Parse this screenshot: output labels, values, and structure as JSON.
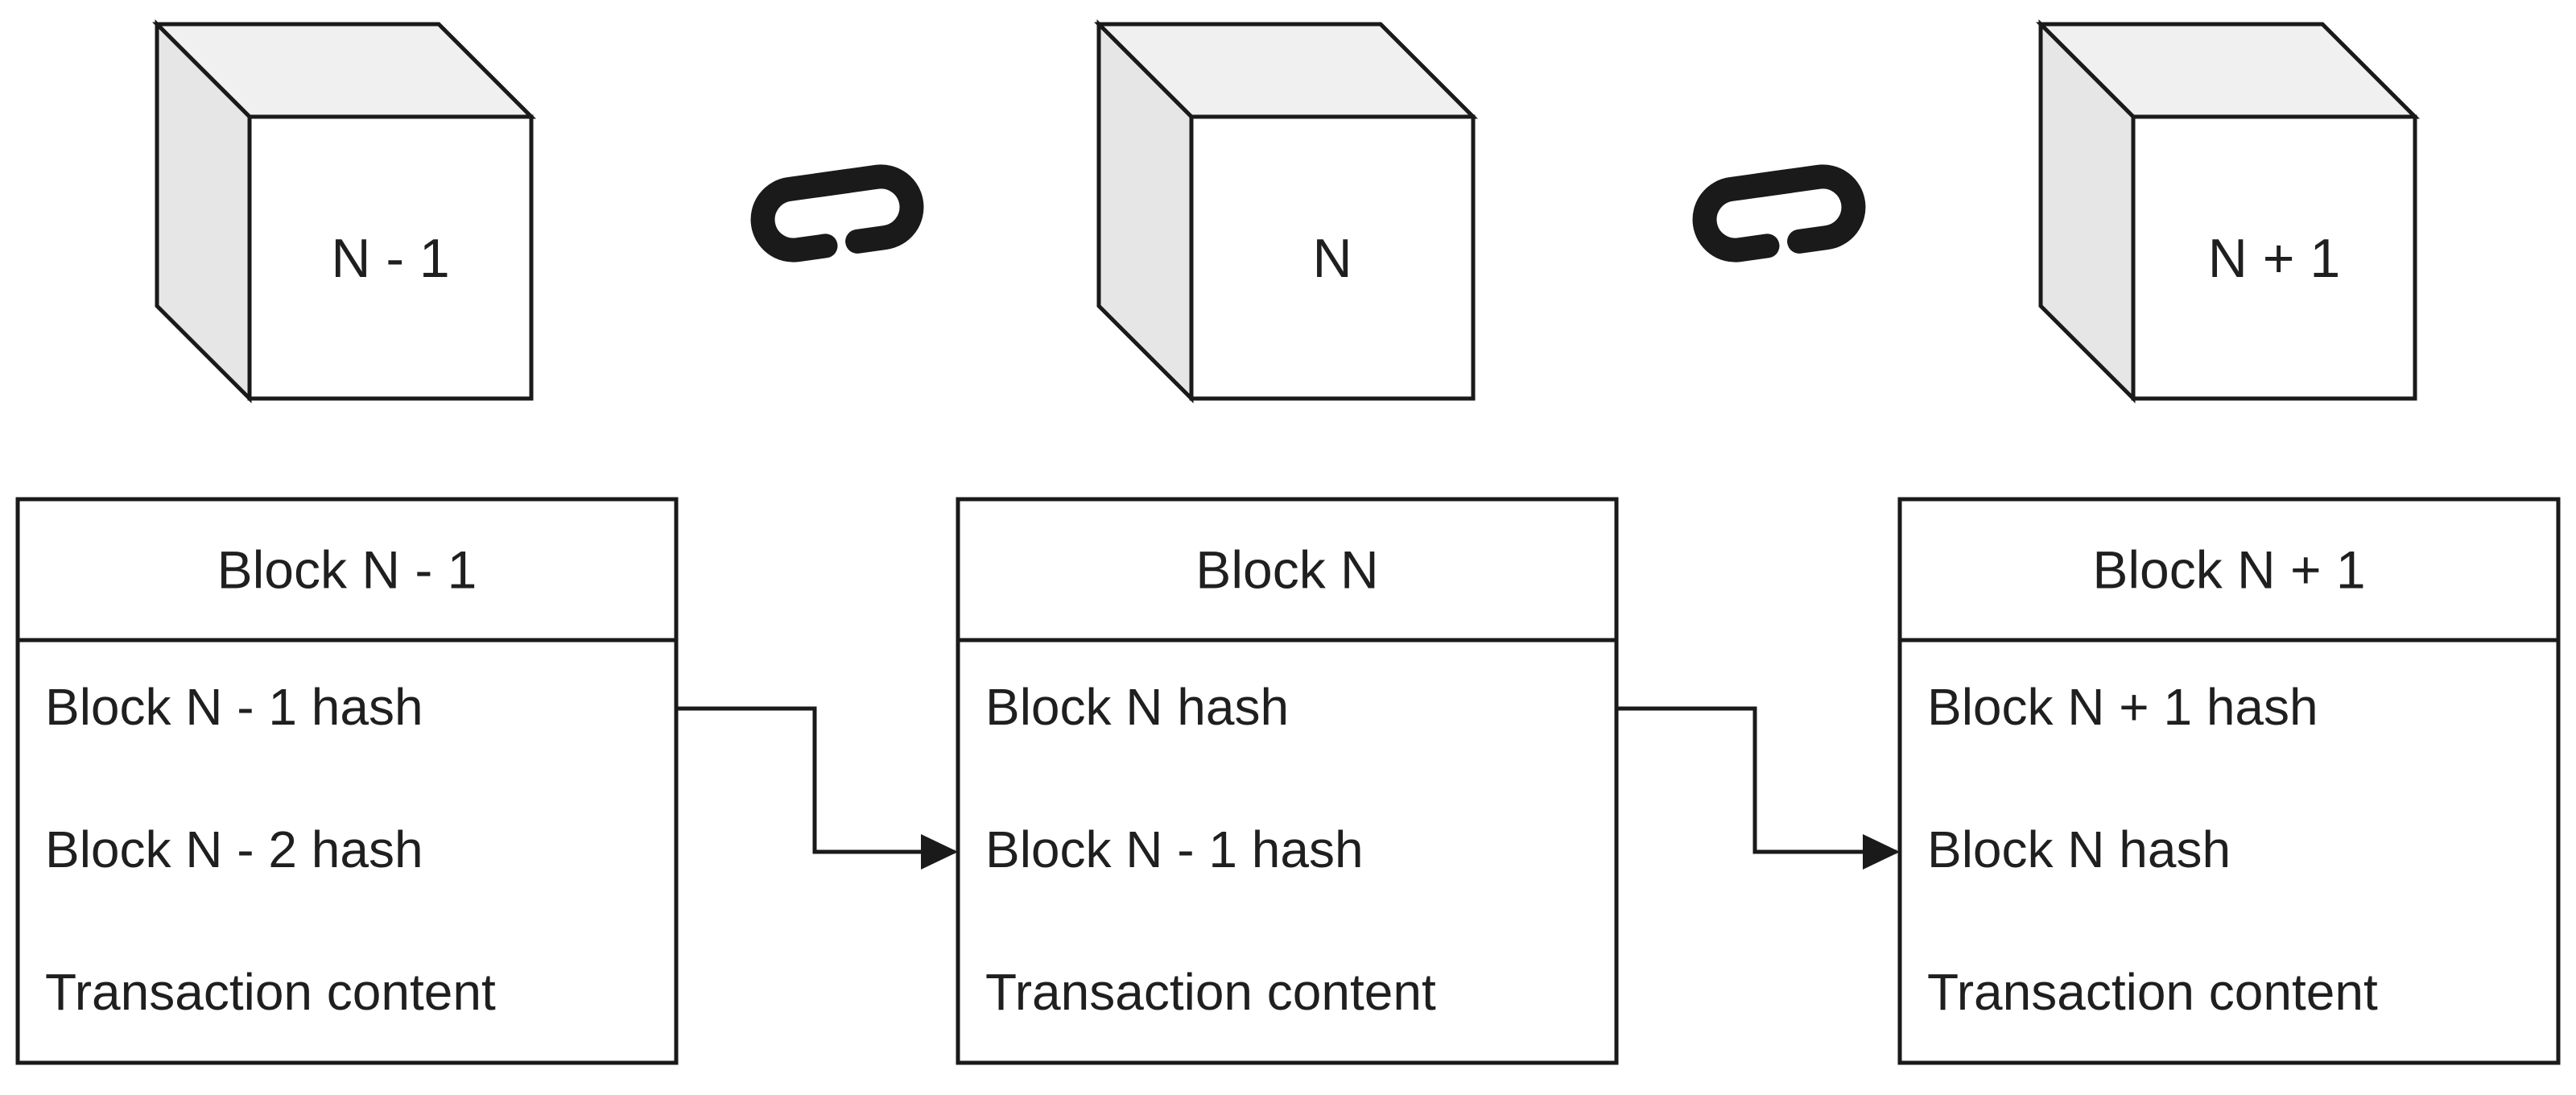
{
  "colors": {
    "stroke": "#1a1a1a",
    "cube_front": "#ffffff",
    "cube_top": "#f0f0f0",
    "cube_side": "#e6e6e6",
    "link_icon": "#1a1a1a"
  },
  "cubes": [
    {
      "label": "N - 1"
    },
    {
      "label": "N"
    },
    {
      "label": "N + 1"
    }
  ],
  "links": [
    {
      "icon": "chain-link-icon"
    },
    {
      "icon": "chain-link-icon"
    }
  ],
  "blocks": [
    {
      "title": "Block N - 1",
      "fields": [
        "Block N - 1 hash",
        "Block N - 2 hash",
        "Transaction content"
      ]
    },
    {
      "title": "Block N",
      "fields": [
        "Block N hash",
        "Block N - 1 hash",
        "Transaction content"
      ]
    },
    {
      "title": "Block N + 1",
      "fields": [
        "Block N + 1 hash",
        "Block N hash",
        "Transaction content"
      ]
    }
  ],
  "connectors": [
    {
      "from_block": 0,
      "from_field": 0,
      "to_block": 1,
      "to_field": 1
    },
    {
      "from_block": 1,
      "from_field": 0,
      "to_block": 2,
      "to_field": 1
    }
  ]
}
